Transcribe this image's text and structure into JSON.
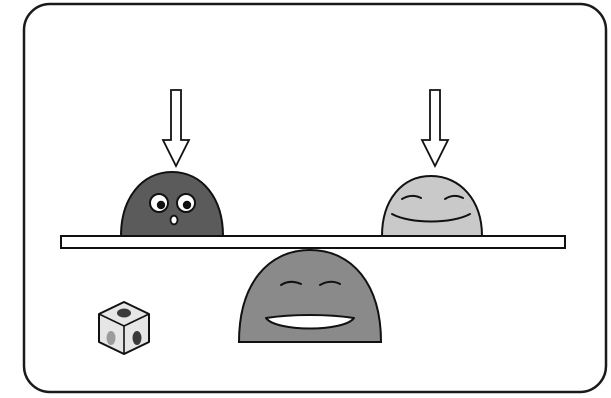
{
  "scene": {
    "title": "",
    "colors": {
      "frame_stroke": "#1a1a1a",
      "outline": "#111111",
      "dark_stone": "#5b5b5b",
      "light_stone": "#c9c9c9",
      "fulcrum_stone": "#8a8a8a",
      "plank_fill": "#ffffff",
      "arrow_fill": "#ffffff",
      "cube_light": "#e6e6e6",
      "cube_mid": "#9c9c9c",
      "cube_dark": "#3a3a3a"
    },
    "elements": {
      "left_character": {
        "expression": "surprised",
        "shade": "dark"
      },
      "right_character": {
        "expression": "content",
        "shade": "light"
      },
      "fulcrum_character": {
        "expression": "smiling",
        "shade": "medium"
      },
      "force_arrows": [
        "down-arrow-icon",
        "down-arrow-icon"
      ],
      "corner_icon": "cube-icon"
    }
  }
}
